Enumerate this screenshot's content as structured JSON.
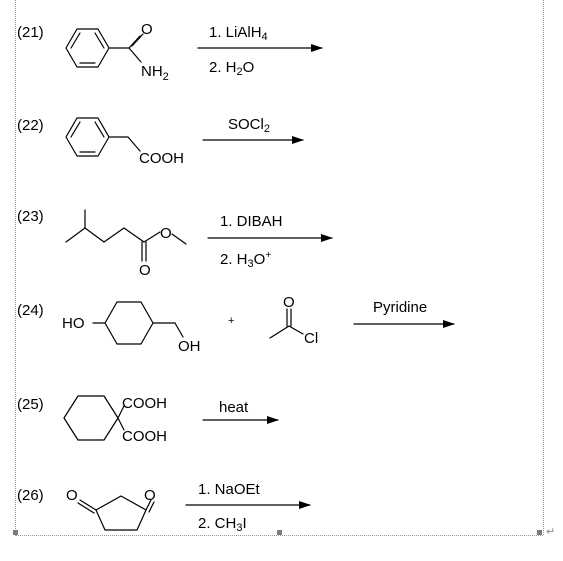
{
  "problems": [
    {
      "label": "(21)",
      "reagent_line1": "1. LiAlH",
      "reagent_line1_sub": "4",
      "reagent_line2": "2. H",
      "reagent_line2_sub": "2",
      "reagent_line2_tail": "O",
      "mol_text": [
        "O",
        "NH",
        "2"
      ]
    },
    {
      "label": "(22)",
      "reagent_line1": "SOCl",
      "reagent_line1_sub": "2",
      "mol_text": [
        "COOH"
      ]
    },
    {
      "label": "(23)",
      "reagent_line1": "1. DIBAH",
      "reagent_line2": "2. H",
      "reagent_line2_sub": "3",
      "reagent_line2_tail": "O",
      "reagent_line2_sup": "+",
      "mol_text": [
        "O",
        "O"
      ]
    },
    {
      "label": "(24)",
      "reagent_line1": "Pyridine",
      "plus": "+",
      "mol_text": [
        "HO",
        "OH",
        "O",
        "Cl"
      ]
    },
    {
      "label": "(25)",
      "reagent_line1": "heat",
      "mol_text": [
        "COOH",
        "COOH"
      ]
    },
    {
      "label": "(26)",
      "reagent_line1": "1. NaOEt",
      "reagent_line2": "2. CH",
      "reagent_line2_sub": "3",
      "reagent_line2_tail": "I",
      "mol_text": [
        "O",
        "O"
      ]
    }
  ],
  "paragraph_mark": "↵"
}
